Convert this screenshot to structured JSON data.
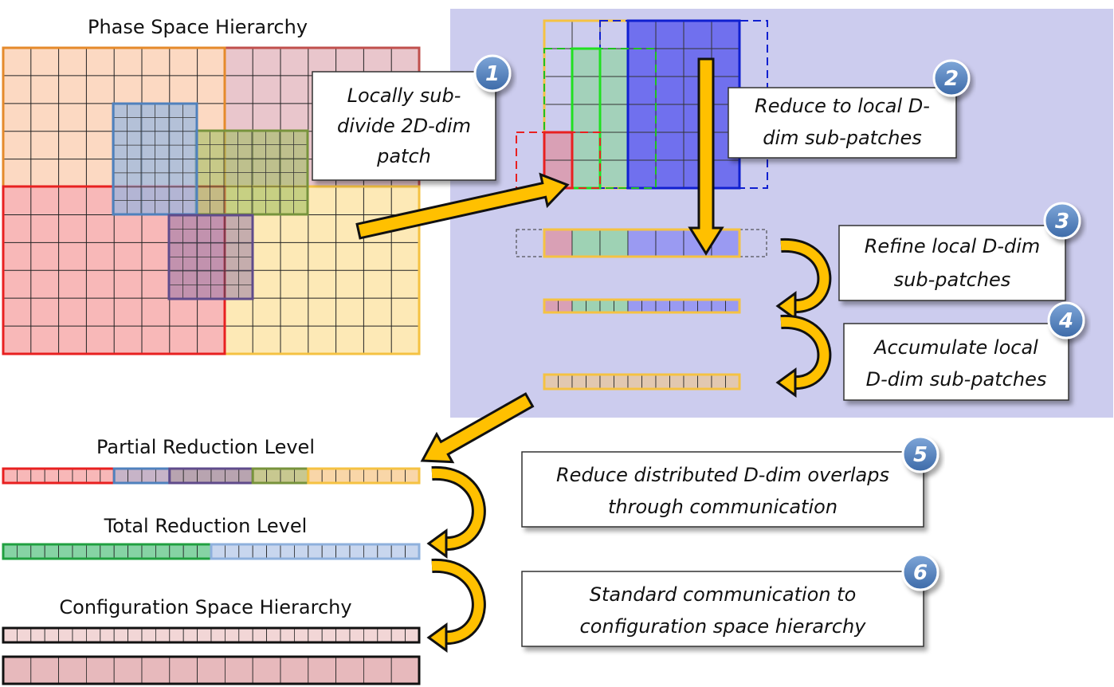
{
  "headings": {
    "phase_space": "Phase Space Hierarchy",
    "partial_reduction": "Partial Reduction  Level",
    "total_reduction": "Total Reduction  Level",
    "configuration_space": "Configuration Space Hierarchy"
  },
  "steps": [
    {
      "number": "1",
      "lines": [
        "Locally sub-",
        "divide 2D-dim",
        "patch"
      ]
    },
    {
      "number": "2",
      "lines": [
        "Reduce to local D-",
        "dim sub-patches"
      ]
    },
    {
      "number": "3",
      "lines": [
        "Refine local D-dim",
        "sub-patches"
      ]
    },
    {
      "number": "4",
      "lines": [
        "Accumulate local",
        "D-dim sub-patches"
      ]
    },
    {
      "number": "5",
      "lines": [
        "Reduce distributed D-dim overlaps",
        "through communication"
      ]
    },
    {
      "number": "6",
      "lines": [
        "Standard communication to",
        "configuration space hierarchy"
      ]
    }
  ],
  "colors": {
    "orange": "#e58a2b",
    "dark_red": "#c0504d",
    "red": "#e82020",
    "yellow": "#f5c242",
    "blue": "#4f81bd",
    "green": "#77933c",
    "purple": "#5f4b8b",
    "pink_fill": "#f8b8b8",
    "peach_fill": "#fcd9c2",
    "rose_fill": "#e9c6cc",
    "cream_fill": "#fde9b6",
    "panel_fill": "#ccccee",
    "arrow_fill": "#ffc000",
    "badge_fill": "#4f81bd"
  },
  "icons": {
    "step_badge": "numbered-circle-icon",
    "flow_arrow": "thick-arrow-icon",
    "curved_arrow": "curved-arrow-icon"
  }
}
